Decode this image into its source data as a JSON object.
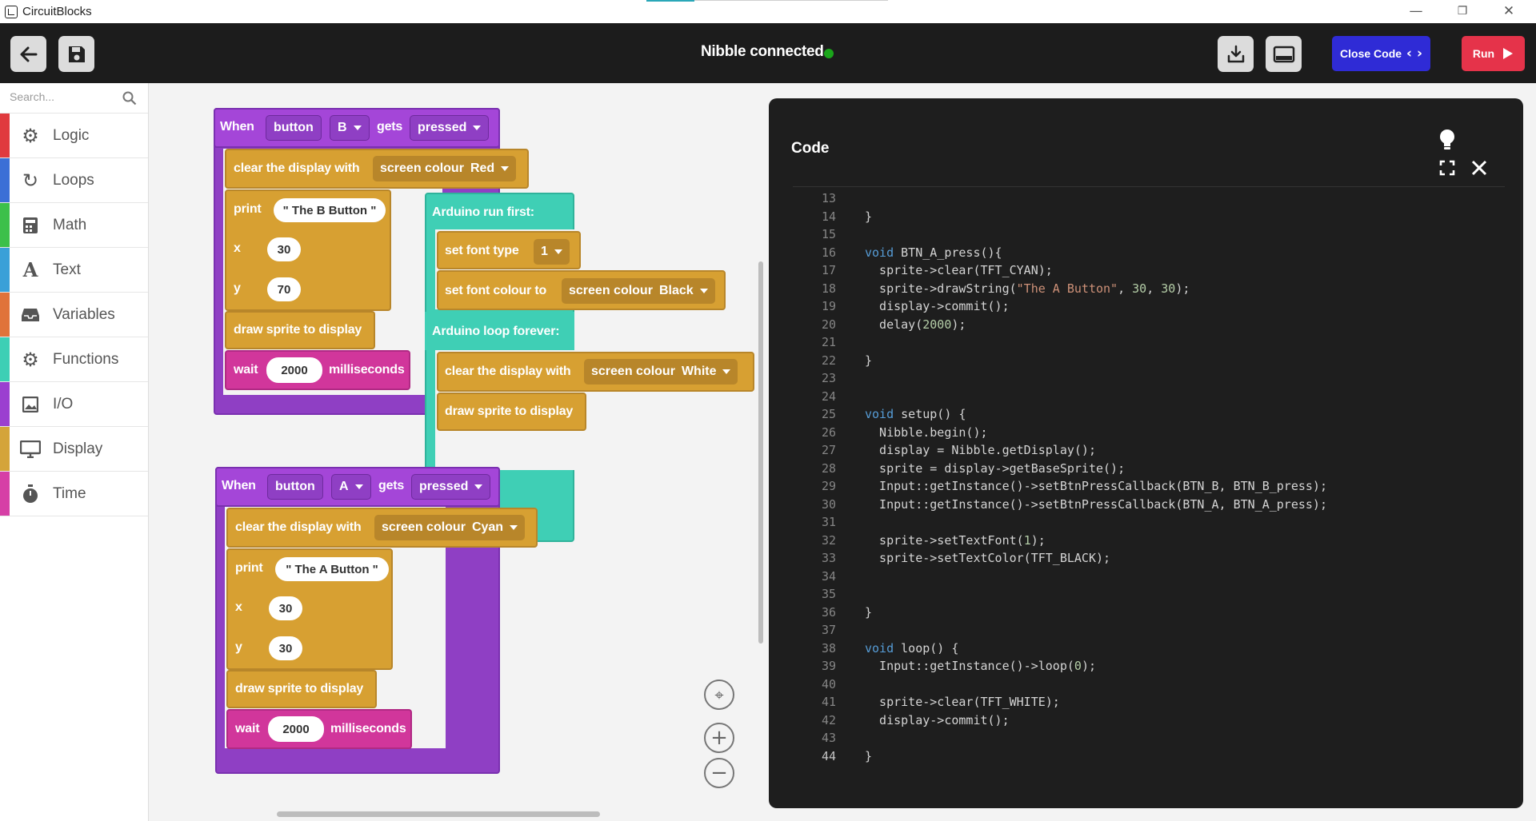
{
  "titlebar": {
    "title": "CircuitBlocks",
    "minimize": "—",
    "restore": "❐",
    "close": "✕"
  },
  "toolbar": {
    "status": "Nibble connected",
    "status_color": "#1aa51a",
    "close_code_label": "Close Code",
    "run_label": "Run"
  },
  "sidebar": {
    "search_placeholder": "Search...",
    "categories": [
      {
        "label": "Logic",
        "color": "#e03a3e",
        "icon": "gears-icon"
      },
      {
        "label": "Loops",
        "color": "#3b6fd6",
        "icon": "loop-icon"
      },
      {
        "label": "Math",
        "color": "#3cc04a",
        "icon": "calculator-icon"
      },
      {
        "label": "Text",
        "color": "#3aa0d8",
        "icon": "text-icon"
      },
      {
        "label": "Variables",
        "color": "#e0733a",
        "icon": "inbox-icon"
      },
      {
        "label": "Functions",
        "color": "#3dcfb5",
        "icon": "gear-icon"
      },
      {
        "label": "I/O",
        "color": "#9b3fd0",
        "icon": "image-icon"
      },
      {
        "label": "Display",
        "color": "#d4a43a",
        "icon": "monitor-icon"
      },
      {
        "label": "Time",
        "color": "#d63fa6",
        "icon": "stopwatch-icon"
      }
    ]
  },
  "blocks": {
    "when": "When",
    "button": "button",
    "gets": "gets",
    "pressed": "pressed",
    "clear_display": "clear the display with",
    "screen_colour": "screen colour",
    "print": "print",
    "x": "x",
    "y": "y",
    "draw_sprite": "draw sprite to display",
    "wait": "wait",
    "milliseconds": "milliseconds",
    "b_group": {
      "button_value": "B",
      "colour": "Red",
      "text": "\" The B Button \"",
      "x": "30",
      "y": "70",
      "wait": "2000"
    },
    "a_group": {
      "button_value": "A",
      "colour": "Cyan",
      "text": "\" The A Button \"",
      "x": "30",
      "y": "30",
      "wait": "2000"
    },
    "arduino": {
      "run_first": "Arduino run first:",
      "set_font_type": "set font type",
      "font_type": "1",
      "set_font_colour": "set font colour to",
      "font_colour": "Black",
      "loop_forever": "Arduino loop forever:",
      "loop_colour": "White"
    }
  },
  "code": {
    "title": "Code",
    "lines": [
      {
        "n": "13",
        "t": ""
      },
      {
        "n": "14",
        "t": "}"
      },
      {
        "n": "15",
        "t": ""
      },
      {
        "n": "16",
        "t": "void BTN_A_press(){"
      },
      {
        "n": "17",
        "t": "  sprite->clear(TFT_CYAN);"
      },
      {
        "n": "18",
        "t": "  sprite->drawString(\"The A Button\", 30, 30);"
      },
      {
        "n": "19",
        "t": "  display->commit();"
      },
      {
        "n": "20",
        "t": "  delay(2000);"
      },
      {
        "n": "21",
        "t": ""
      },
      {
        "n": "22",
        "t": "}"
      },
      {
        "n": "23",
        "t": ""
      },
      {
        "n": "24",
        "t": ""
      },
      {
        "n": "25",
        "t": "void setup() {"
      },
      {
        "n": "26",
        "t": "  Nibble.begin();"
      },
      {
        "n": "27",
        "t": "  display = Nibble.getDisplay();"
      },
      {
        "n": "28",
        "t": "  sprite = display->getBaseSprite();"
      },
      {
        "n": "29",
        "t": "  Input::getInstance()->setBtnPressCallback(BTN_B, BTN_B_press);"
      },
      {
        "n": "30",
        "t": "  Input::getInstance()->setBtnPressCallback(BTN_A, BTN_A_press);"
      },
      {
        "n": "31",
        "t": ""
      },
      {
        "n": "32",
        "t": "  sprite->setTextFont(1);"
      },
      {
        "n": "33",
        "t": "  sprite->setTextColor(TFT_BLACK);"
      },
      {
        "n": "34",
        "t": ""
      },
      {
        "n": "35",
        "t": ""
      },
      {
        "n": "36",
        "t": "}"
      },
      {
        "n": "37",
        "t": ""
      },
      {
        "n": "38",
        "t": "void loop() {"
      },
      {
        "n": "39",
        "t": "  Input::getInstance()->loop(0);"
      },
      {
        "n": "40",
        "t": ""
      },
      {
        "n": "41",
        "t": "  sprite->clear(TFT_WHITE);"
      },
      {
        "n": "42",
        "t": "  display->commit();"
      },
      {
        "n": "43",
        "t": ""
      },
      {
        "n": "44",
        "t": "}"
      }
    ]
  }
}
